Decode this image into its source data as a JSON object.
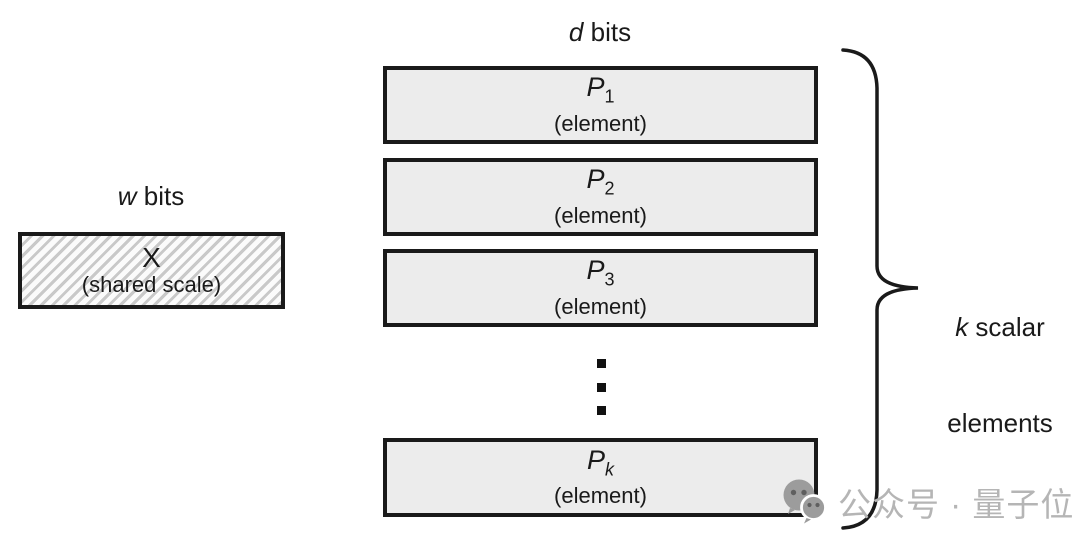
{
  "diagram": {
    "title": "block format with shared scale and k scalar elements",
    "type": "diagram"
  },
  "colors": {
    "background": "#ffffff",
    "box_fill": "#ececec",
    "box_border": "#1a1a1a",
    "hatch_line": "#c9c9c9",
    "text": "#1a1a1a",
    "watermark_text": "#b5b5b5",
    "watermark_logo": "#9c9c9c"
  },
  "labels": {
    "d_bits": {
      "var": "d",
      "rest": " bits"
    },
    "w_bits": {
      "var": "w",
      "rest": " bits"
    }
  },
  "shared_scale_box": {
    "var": "X",
    "caption": "(shared scale)"
  },
  "element_boxes": [
    {
      "var": "P",
      "sub": "1",
      "caption": "(element)"
    },
    {
      "var": "P",
      "sub": "2",
      "caption": "(element)"
    },
    {
      "var": "P",
      "sub": "3",
      "caption": "(element)"
    },
    {
      "var": "P",
      "sub": "k",
      "caption": "(element)"
    }
  ],
  "brace_label": {
    "line1_var": "k",
    "line1_rest": " scalar",
    "line2": "elements"
  },
  "icons": {
    "vertical_ellipsis": "vertical-ellipsis-icon",
    "watermark_logo": "wechat-icon"
  },
  "watermark": {
    "text": "公众号 · 量子位"
  }
}
